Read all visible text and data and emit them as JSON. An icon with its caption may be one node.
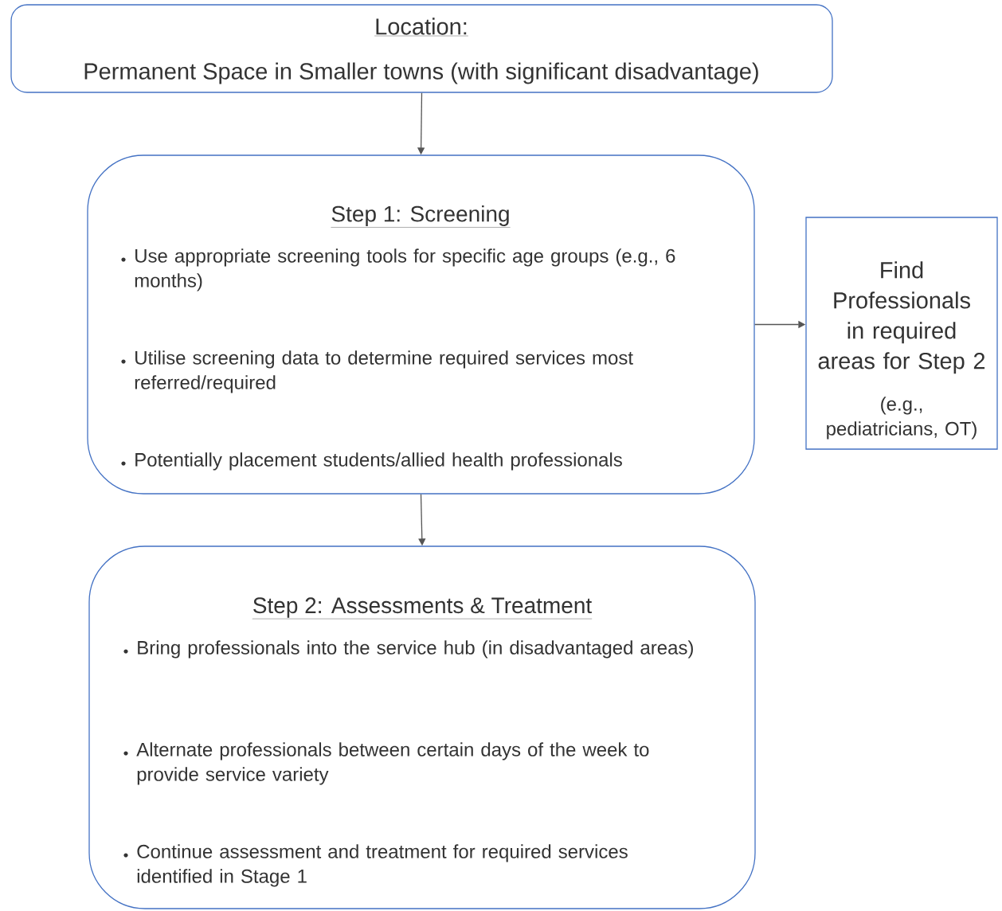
{
  "diagram": {
    "nodes": [
      {
        "text": [
          "Location:",
          "Permanent Space in Smaller towns (with significant disadvantage)"
        ]
      },
      {
        "text": [
          "Step 1: Screening",
          "Use appropriate screening tools for specific age groups (e.g., 6 months)",
          "Utilise screening data to determine required services most referred/required",
          "Potentially placement students/allied health professionals"
        ]
      },
      {
        "text": [
          "Find Professionals in required areas for Step 2",
          "(e.g., pediatricians, OT)"
        ]
      },
      {
        "text": [
          "Step 2: Assessments & Treatment",
          "Bring professionals into the service hub (in disadvantaged areas)",
          "Alternate professionals between certain days of the week to provide service variety",
          "Continue assessment and treatment for required services identified in Stage 1"
        ]
      }
    ],
    "edges": [
      {
        "from": 0,
        "to": 1,
        "arrow": "to"
      },
      {
        "from": 1,
        "to": 2,
        "arrow": "to"
      },
      {
        "from": 1,
        "to": 3,
        "arrow": "to"
      }
    ]
  }
}
